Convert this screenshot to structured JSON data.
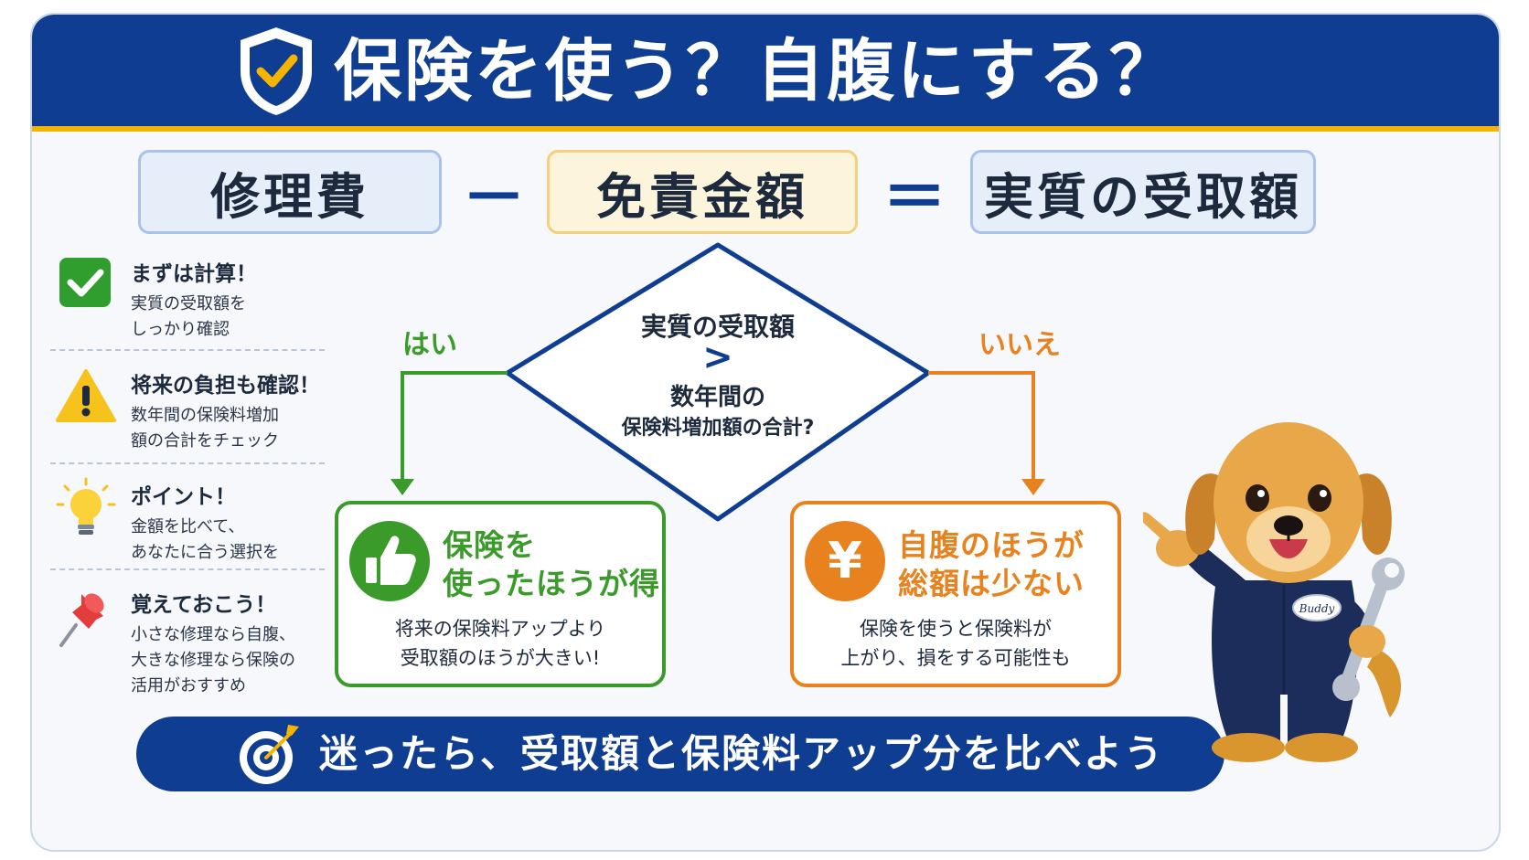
{
  "header": {
    "title": "保険を使う？自腹にする？",
    "shield_icon": "shield-check-icon",
    "colors": {
      "bar": "#0e3d91",
      "accent": "#f4b400"
    }
  },
  "formula": {
    "term1": "修理費",
    "minus": "－",
    "term2": "免責金額",
    "equals": "＝",
    "result": "実質の受取額"
  },
  "tips": [
    {
      "icon": "green-check-icon",
      "heading": "まずは計算！",
      "lines": [
        "実質の受取額を",
        "しっかり確認"
      ]
    },
    {
      "icon": "warning-icon",
      "heading": "将来の負担も確認！",
      "lines": [
        "数年間の保険料増加",
        "額の合計をチェック"
      ]
    },
    {
      "icon": "lightbulb-icon",
      "heading": "ポイント！",
      "lines": [
        "金額を比べて、",
        "あなたに合う選択を"
      ]
    },
    {
      "icon": "pushpin-icon",
      "heading": "覚えておこう！",
      "lines": [
        "小さな修理なら自腹、",
        "大きな修理なら保険の",
        "活用がおすすめ"
      ]
    }
  ],
  "decision": {
    "line1": "実質の受取額",
    "operator": ">",
    "line2": "数年間の",
    "line3": "保険料増加額の合計?",
    "yes_label": "はい",
    "no_label": "いいえ"
  },
  "results": {
    "yes": {
      "icon": "thumbs-up-icon",
      "title1": "保険を",
      "title2": "使ったほうが得",
      "body1": "将来の保険料アップより",
      "body2": "受取額のほうが大きい!",
      "color": "#3a9a2a"
    },
    "no": {
      "icon": "yen-icon",
      "icon_text": "¥",
      "title1": "自腹のほうが",
      "title2": "総額は少ない",
      "body1": "保険を使うと保険料が",
      "body2": "上がり、損をする可能性も",
      "color": "#e8821e"
    }
  },
  "footer": {
    "icon": "target-icon",
    "text": "迷ったら、受取額と保険料アップ分を比べよう"
  },
  "mascot": {
    "icon": "dog-mechanic-icon",
    "name_tag": "Buddy"
  }
}
